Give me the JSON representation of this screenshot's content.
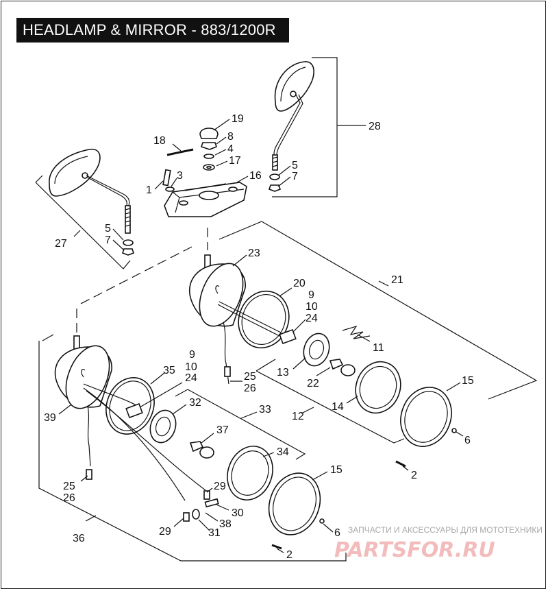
{
  "title": "HEADLAMP & MIRROR - 883/1200R",
  "callouts": [
    {
      "name": "callout-19",
      "text": "19"
    },
    {
      "name": "callout-8",
      "text": "8"
    },
    {
      "name": "callout-4",
      "text": "4"
    },
    {
      "name": "callout-17",
      "text": "17"
    },
    {
      "name": "callout-18",
      "text": "18"
    },
    {
      "name": "callout-16",
      "text": "16"
    },
    {
      "name": "callout-3",
      "text": "3"
    },
    {
      "name": "callout-1",
      "text": "1"
    },
    {
      "name": "callout-28",
      "text": "28"
    },
    {
      "name": "callout-5-right-mirror",
      "text": "5"
    },
    {
      "name": "callout-7-right-mirror",
      "text": "7"
    },
    {
      "name": "callout-5-left-mirror",
      "text": "5"
    },
    {
      "name": "callout-7-left-mirror",
      "text": "7"
    },
    {
      "name": "callout-27",
      "text": "27"
    },
    {
      "name": "callout-23",
      "text": "23"
    },
    {
      "name": "callout-20",
      "text": "20"
    },
    {
      "name": "callout-9-upper",
      "text": "9"
    },
    {
      "name": "callout-10-upper",
      "text": "10"
    },
    {
      "name": "callout-24-upper",
      "text": "24"
    },
    {
      "name": "callout-21",
      "text": "21"
    },
    {
      "name": "callout-11",
      "text": "11"
    },
    {
      "name": "callout-13",
      "text": "13"
    },
    {
      "name": "callout-22",
      "text": "22"
    },
    {
      "name": "callout-25-upper",
      "text": "25"
    },
    {
      "name": "callout-26-upper",
      "text": "26"
    },
    {
      "name": "callout-15-upper",
      "text": "15"
    },
    {
      "name": "callout-14",
      "text": "14"
    },
    {
      "name": "callout-12",
      "text": "12"
    },
    {
      "name": "callout-6-upper",
      "text": "6"
    },
    {
      "name": "callout-2-upper",
      "text": "2"
    },
    {
      "name": "callout-9-lower",
      "text": "9"
    },
    {
      "name": "callout-10-lower",
      "text": "10"
    },
    {
      "name": "callout-35",
      "text": "35"
    },
    {
      "name": "callout-24-lower",
      "text": "24"
    },
    {
      "name": "callout-32",
      "text": "32"
    },
    {
      "name": "callout-33",
      "text": "33"
    },
    {
      "name": "callout-37",
      "text": "37"
    },
    {
      "name": "callout-39",
      "text": "39"
    },
    {
      "name": "callout-34",
      "text": "34"
    },
    {
      "name": "callout-25-lower",
      "text": "25"
    },
    {
      "name": "callout-26-lower",
      "text": "26"
    },
    {
      "name": "callout-15-lower",
      "text": "15"
    },
    {
      "name": "callout-29-upper",
      "text": "29"
    },
    {
      "name": "callout-30",
      "text": "30"
    },
    {
      "name": "callout-38",
      "text": "38"
    },
    {
      "name": "callout-29-lower",
      "text": "29"
    },
    {
      "name": "callout-31",
      "text": "31"
    },
    {
      "name": "callout-36",
      "text": "36"
    },
    {
      "name": "callout-6-lower",
      "text": "6"
    },
    {
      "name": "callout-2-lower",
      "text": "2"
    }
  ],
  "watermark": {
    "caption": "ЗАПЧАСТИ И АКСЕССУАРЫ ДЛЯ МОТОТЕХНИКИ",
    "brand": "PARTSFOR.RU"
  }
}
